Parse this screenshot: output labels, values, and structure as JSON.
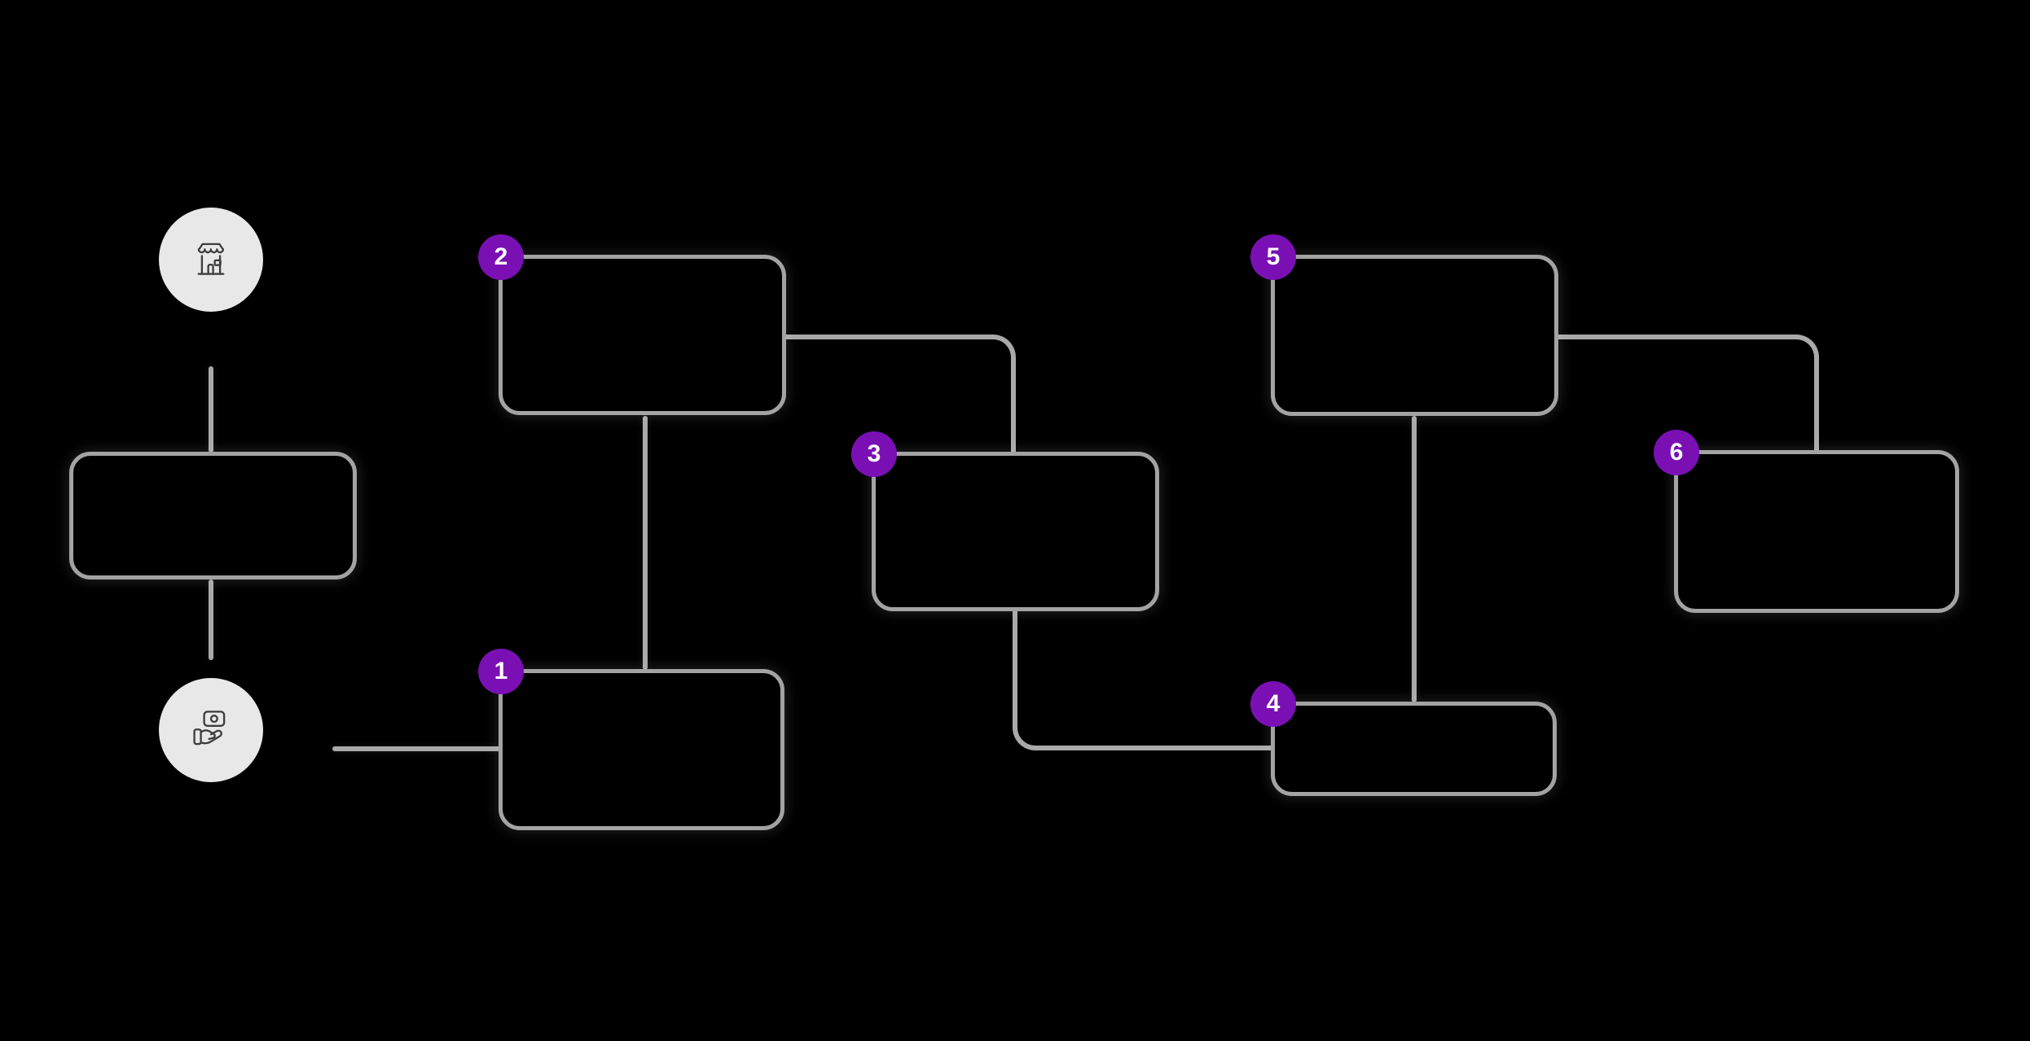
{
  "diagram": {
    "type": "flowchart",
    "title": ""
  },
  "colors": {
    "background": "#000000",
    "badge": "#7a10b4",
    "badge_text": "#ffffff",
    "box_border": "#a3a3a3",
    "connector": "#a9a9a9",
    "circle_fill": "#e9e8e8",
    "icon_stroke": "#3d3d3d"
  },
  "icons": [
    {
      "name": "storefront-icon"
    },
    {
      "name": "hand-money-icon"
    }
  ],
  "nodes": [
    {
      "id": "store-circle",
      "kind": "icon-circle",
      "icon": "storefront-icon",
      "badge": null,
      "text": ""
    },
    {
      "id": "box-a",
      "kind": "box",
      "badge": null,
      "text": ""
    },
    {
      "id": "money-circle",
      "kind": "icon-circle",
      "icon": "hand-money-icon",
      "badge": null,
      "text": ""
    },
    {
      "id": "box-1",
      "kind": "box",
      "badge": "1",
      "text": ""
    },
    {
      "id": "box-2",
      "kind": "box",
      "badge": "2",
      "text": ""
    },
    {
      "id": "box-3",
      "kind": "box",
      "badge": "3",
      "text": ""
    },
    {
      "id": "box-4",
      "kind": "box",
      "badge": "4",
      "text": ""
    },
    {
      "id": "box-5",
      "kind": "box",
      "badge": "5",
      "text": ""
    },
    {
      "id": "box-6",
      "kind": "box",
      "badge": "6",
      "text": ""
    }
  ],
  "edges": [
    {
      "from": "store-circle",
      "to": "box-a"
    },
    {
      "from": "box-a",
      "to": "money-circle"
    },
    {
      "from": "money-circle",
      "to": "box-1"
    },
    {
      "from": "box-2",
      "to": "box-1"
    },
    {
      "from": "box-2",
      "to": "box-3"
    },
    {
      "from": "box-3",
      "to": "box-4"
    },
    {
      "from": "box-5",
      "to": "box-4"
    },
    {
      "from": "box-5",
      "to": "box-6"
    }
  ]
}
